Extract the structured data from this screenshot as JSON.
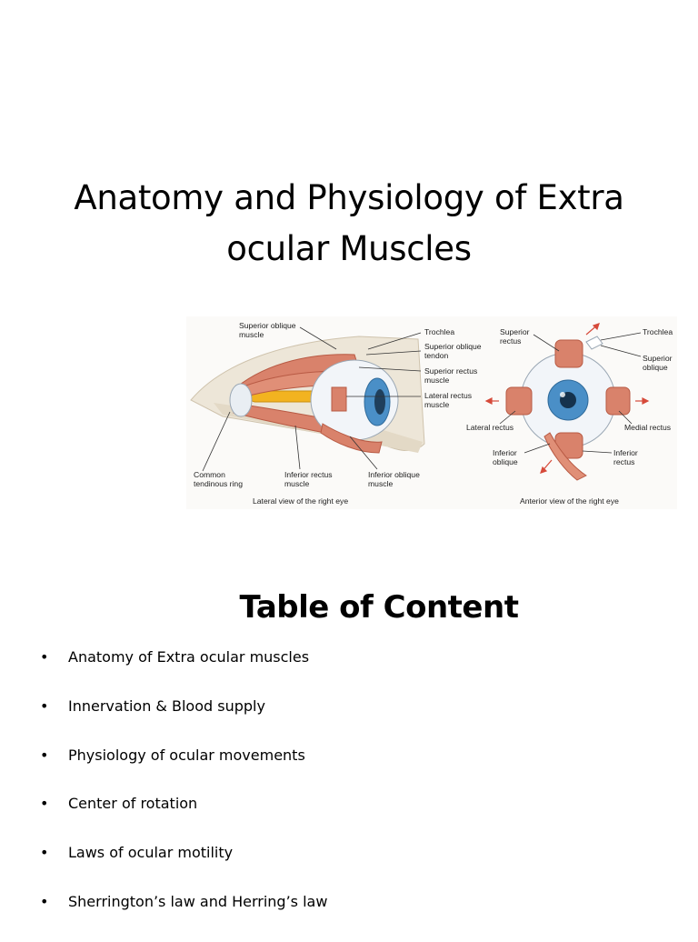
{
  "title": {
    "line1": "Anatomy and Physiology of Extra",
    "line2": "ocular Muscles"
  },
  "figure": {
    "lateral": {
      "caption": "Lateral view of the right eye",
      "labels": {
        "superior_oblique_muscle_1": "Superior oblique",
        "superior_oblique_muscle_2": "muscle",
        "trochlea": "Trochlea",
        "superior_oblique_tendon_1": "Superior oblique",
        "superior_oblique_tendon_2": "tendon",
        "superior_rectus_muscle_1": "Superior rectus",
        "superior_rectus_muscle_2": "muscle",
        "lateral_rectus_muscle_1": "Lateral rectus",
        "lateral_rectus_muscle_2": "muscle",
        "common_tendinous_ring_1": "Common",
        "common_tendinous_ring_2": "tendinous ring",
        "inferior_rectus_muscle_1": "Inferior rectus",
        "inferior_rectus_muscle_2": "muscle",
        "inferior_oblique_muscle_1": "Inferior oblique",
        "inferior_oblique_muscle_2": "muscle"
      }
    },
    "anterior": {
      "caption": "Anterior view of the right eye",
      "labels": {
        "superior_rectus_1": "Superior",
        "superior_rectus_2": "rectus",
        "trochlea": "Trochlea",
        "superior_oblique_1": "Superior",
        "superior_oblique_2": "oblique",
        "lateral_rectus": "Lateral rectus",
        "medial_rectus": "Medial rectus",
        "inferior_oblique_1": "Inferior",
        "inferior_oblique_2": "oblique",
        "inferior_rectus_1": "Inferior",
        "inferior_rectus_2": "rectus"
      }
    },
    "colors": {
      "muscle": "#d9826b",
      "muscle_dark": "#b85a44",
      "bone": "#ede6d8",
      "nerve": "#f2b320",
      "iris": "#4a8fc7"
    }
  },
  "toc": {
    "heading": "Table of Content",
    "bullet": "•",
    "items": [
      "Anatomy of Extra ocular muscles",
      "Innervation & Blood supply",
      "Physiology of ocular movements",
      "Center of rotation",
      "Laws of ocular motility",
      "Sherrington’s law and Herring’s law"
    ]
  }
}
